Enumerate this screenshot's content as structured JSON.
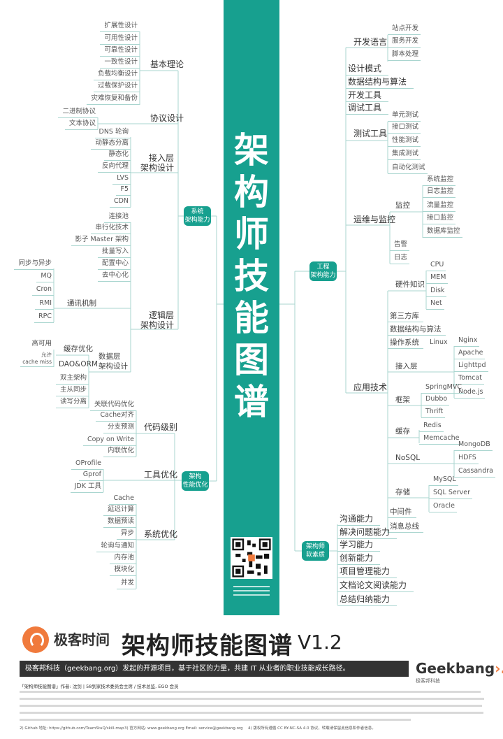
{
  "poster_title_vertical": "架\n构\n师\n技\n能\n图\n谱",
  "colors": {
    "teal": "#17a08f",
    "line": "#a9d5cf",
    "orange": "#f07a3c",
    "dark_bar": "#333333"
  },
  "branches": {
    "system": {
      "label": "系统\n架构能力",
      "basic_theory": {
        "label": "基本理论",
        "items": [
          "扩展性设计",
          "可用性设计",
          "可靠性设计",
          "一致性设计",
          "负载均衡设计",
          "过载保护设计",
          "灾难恢复和备份"
        ]
      },
      "protocol": {
        "label": "协议设计",
        "items": [
          "二进制协议",
          "文本协议"
        ]
      },
      "access_layer": {
        "label": "接入层\n架构设计",
        "items": [
          "DNS 轮询",
          "动静态分离",
          "静态化",
          "反向代理",
          "LVS",
          "F5",
          "CDN"
        ]
      },
      "logic_layer": {
        "label": "逻辑层\n架构设计",
        "items": [
          "连接池",
          "串行化技术",
          "影子 Master 架构",
          "批量写入",
          "配置中心",
          "去中心化"
        ],
        "communication": {
          "label": "通讯机制",
          "items": [
            "同步与异步",
            "MQ",
            "Cron",
            "RMI",
            "RPC"
          ]
        }
      },
      "data_layer": {
        "label": "数据层\n架构设计",
        "cache": {
          "label": "缓存优化",
          "items": [
            "高可用",
            "允许\ncache miss"
          ]
        },
        "items": [
          "DAO&ORM",
          "双主架构",
          "主从同步",
          "读写分离"
        ]
      }
    },
    "performance": {
      "label": "架构\n性能优化",
      "code": {
        "label": "代码级别",
        "items": [
          "关联代码优化",
          "Cache对齐",
          "分支预测",
          "Copy on Write",
          "内联优化"
        ]
      },
      "tools": {
        "label": "工具优化",
        "items": [
          "OProfile",
          "Gprof",
          "JDK 工具"
        ]
      },
      "system": {
        "label": "系统优化",
        "items": [
          "Cache",
          "延迟计算",
          "数据预读",
          "异步",
          "轮询与通知",
          "内存池",
          "模块化",
          "并发"
        ]
      }
    },
    "engineering": {
      "label": "工程\n架构能力",
      "dev_language": {
        "label": "开发语言",
        "items": [
          "站点开发",
          "服务开发",
          "脚本处理"
        ]
      },
      "simple": [
        "设计模式",
        "数据结构与算法",
        "开发工具",
        "调试工具"
      ],
      "testing": {
        "label": "测试工具",
        "items": [
          "单元测试",
          "接口测试",
          "性能测试",
          "集成测试",
          "自动化测试"
        ]
      },
      "ops": {
        "label": "运维与监控",
        "monitoring": {
          "label": "监控",
          "items": [
            "系统监控",
            "日志监控",
            "流量监控",
            "接口监控",
            "数据库监控"
          ]
        },
        "items": [
          "告警",
          "日志"
        ]
      },
      "application": {
        "label": "应用技术",
        "hardware": {
          "label": "硬件知识",
          "items": [
            "CPU",
            "MEM",
            "Disk",
            "Net"
          ]
        },
        "simple": [
          "第三方库",
          "数据结构与算法"
        ],
        "os": {
          "label": "操作系统",
          "items": [
            "Linux"
          ]
        },
        "access": {
          "label": "接入层",
          "items": [
            "Nginx",
            "Apache",
            "Lighttpd",
            "Tomcat",
            "Node.js"
          ]
        },
        "framework": {
          "label": "框架",
          "items": [
            "SpringMVC",
            "Dubbo",
            "Thrift"
          ]
        },
        "cache": {
          "label": "缓存",
          "items": [
            "Redis",
            "Memcache"
          ]
        },
        "nosql": {
          "label": "NoSQL",
          "items": [
            "MongoDB",
            "HDFS",
            "Cassandra"
          ]
        },
        "storage": {
          "label": "存储",
          "items": [
            "MySQL",
            "SQL Server",
            "Oracle"
          ]
        },
        "middleware": [
          "中间件",
          "消息总线"
        ]
      }
    },
    "soft_skills": {
      "label": "架构师\n软素质",
      "items": [
        "沟通能力",
        "解决问题能力",
        "学习能力",
        "创新能力",
        "项目管理能力",
        "文档论文阅读能力",
        "总结归纳能力"
      ]
    }
  },
  "footer": {
    "brand": "极客时间",
    "title": "架构师技能图谱",
    "version": "V1.2",
    "banner": "极客邦科技（geekbang.org）发起的开源项目，基于社区的力量，共建 IT 从业者的职业技能成长路径。",
    "geekbang_logo": "Geekbang",
    "geekbang_sub": "极客邦科技",
    "credit": "「架构师技能图谱」作者: 沈剑 | 58到家技术委员会主席 / 技术总监, EGO 会员",
    "github": "2) Github 地址: https://github.com/TeamStuQ/skill-map",
    "website": "3) 官方网站: www.geekbang.org  Email: service@geekbang.org",
    "license": "4) 版权所有遵循 CC BY-NC-SA 4.0 协议，转载请保留此信息和作者信息。"
  }
}
